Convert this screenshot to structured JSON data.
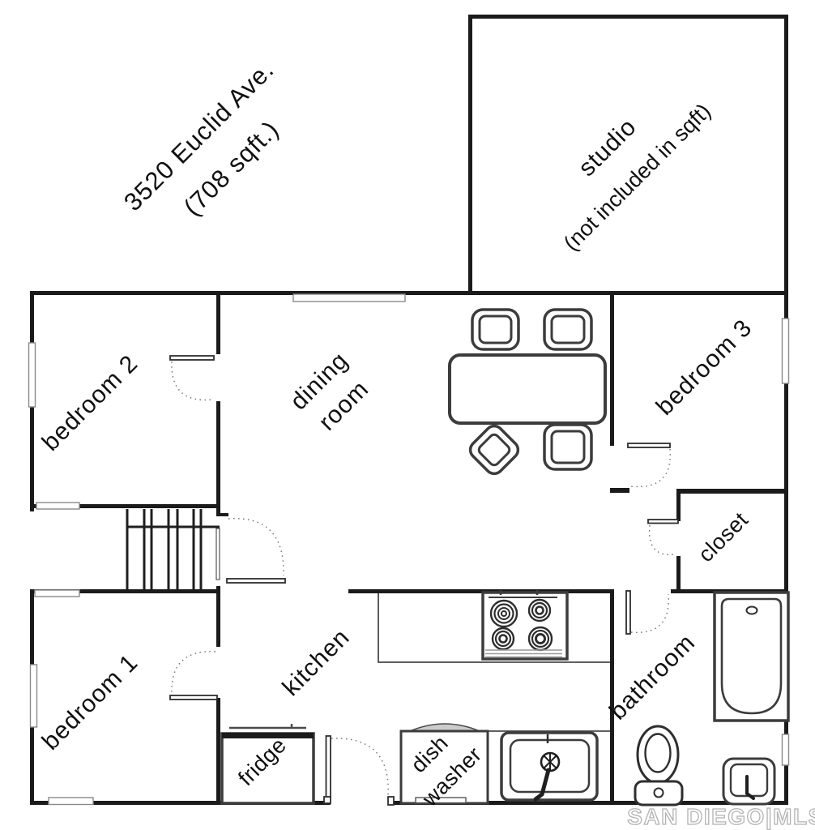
{
  "floorplan": {
    "address": {
      "line1": "3520 Euclid Ave.",
      "line2": "(708 sqft.)"
    },
    "rooms": {
      "studio": {
        "line1": "studio",
        "line2": "(not included in sqft)"
      },
      "bedroom2": {
        "label": "bedroom 2"
      },
      "dining": {
        "line1": "dining",
        "line2": "room"
      },
      "bedroom3": {
        "label": "bedroom 3"
      },
      "closet": {
        "label": "closet"
      },
      "bedroom1": {
        "label": "bedroom 1"
      },
      "kitchen": {
        "label": "kitchen"
      },
      "bathroom": {
        "label": "bathroom"
      }
    },
    "fixtures": {
      "fridge": {
        "label": "fridge"
      },
      "dishwasher": {
        "line1": "dish",
        "line2": "washer"
      }
    },
    "watermark": {
      "text": "SAN DIEGO|MLS"
    },
    "colors": {
      "wall": "#1b1b1b",
      "furniture_stroke": "#3c3c3c",
      "window_stroke": "#8a8a8a",
      "door_arc": "#6e6e6e",
      "watermark_outline": "#b3b3b3"
    }
  }
}
